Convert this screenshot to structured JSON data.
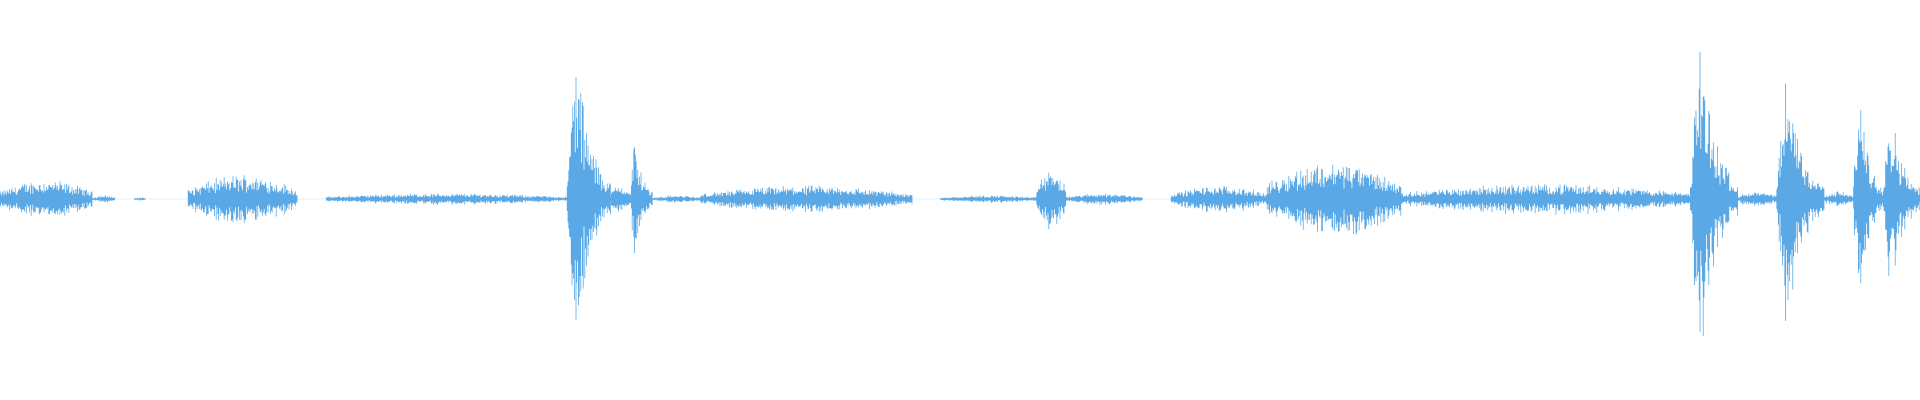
{
  "waveform": {
    "color": "#5aa9e6",
    "background": "#ffffff",
    "duration_fraction_segments": [
      {
        "start": 0.0,
        "end": 0.048,
        "level": 0.1
      },
      {
        "start": 0.048,
        "end": 0.06,
        "level": 0.02
      },
      {
        "start": 0.07,
        "end": 0.076,
        "level": 0.01
      },
      {
        "start": 0.098,
        "end": 0.155,
        "level": 0.13
      },
      {
        "start": 0.17,
        "end": 0.295,
        "level": 0.03
      },
      {
        "start": 0.295,
        "end": 0.318,
        "level": 0.85
      },
      {
        "start": 0.318,
        "end": 0.328,
        "level": 0.08
      },
      {
        "start": 0.328,
        "end": 0.34,
        "level": 0.35
      },
      {
        "start": 0.34,
        "end": 0.365,
        "level": 0.02
      },
      {
        "start": 0.365,
        "end": 0.475,
        "level": 0.07
      },
      {
        "start": 0.49,
        "end": 0.54,
        "level": 0.02
      },
      {
        "start": 0.54,
        "end": 0.555,
        "level": 0.16
      },
      {
        "start": 0.555,
        "end": 0.595,
        "level": 0.03
      },
      {
        "start": 0.61,
        "end": 0.66,
        "level": 0.07
      },
      {
        "start": 0.66,
        "end": 0.73,
        "level": 0.2
      },
      {
        "start": 0.73,
        "end": 0.88,
        "level": 0.08
      },
      {
        "start": 0.88,
        "end": 0.905,
        "level": 0.9
      },
      {
        "start": 0.905,
        "end": 0.925,
        "level": 0.04
      },
      {
        "start": 0.925,
        "end": 0.95,
        "level": 0.72
      },
      {
        "start": 0.95,
        "end": 0.965,
        "level": 0.04
      },
      {
        "start": 0.965,
        "end": 0.98,
        "level": 0.65
      },
      {
        "start": 0.98,
        "end": 1.0,
        "level": 0.55
      }
    ]
  }
}
